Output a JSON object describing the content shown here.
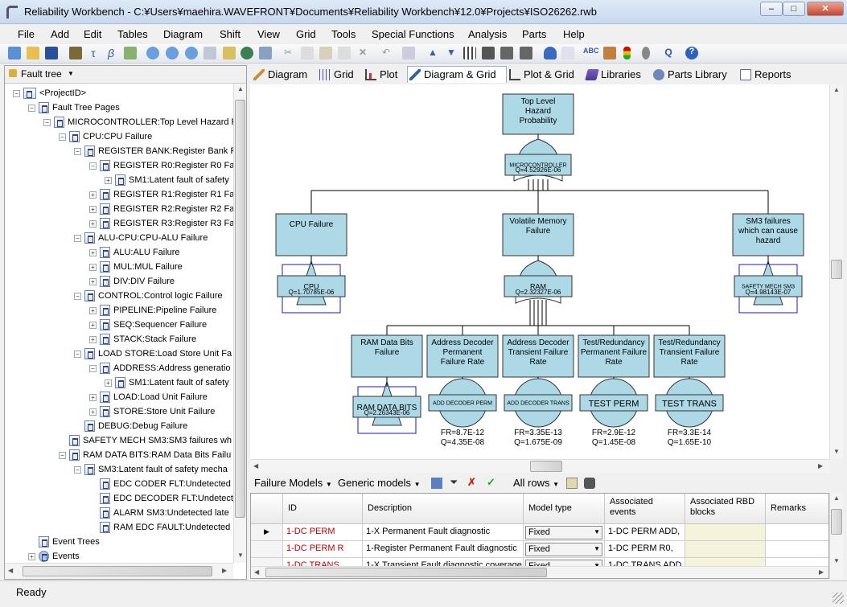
{
  "window": {
    "title": "Reliability Workbench - C:¥Users¥maehira.WAVEFRONT¥Documents¥Reliability Workbench¥12.0¥Projects¥ISO26262.rwb",
    "minimize": "‒",
    "maximize": "□",
    "close": "✕"
  },
  "menu": [
    "File",
    "Add",
    "Edit",
    "Tables",
    "Diagram",
    "Shift",
    "View",
    "Grid",
    "Tools",
    "Special Functions",
    "Analysis",
    "Parts",
    "Help"
  ],
  "left": {
    "dropdown": "Fault tree",
    "tree": [
      {
        "label": "<ProjectID>",
        "indent": 0,
        "exp": "−",
        "icon": "page"
      },
      {
        "label": "Fault Tree Pages",
        "indent": 1,
        "exp": "−",
        "icon": "node"
      },
      {
        "label": "MICROCONTROLLER:Top Level Hazard P",
        "indent": 2,
        "exp": "−",
        "icon": "node"
      },
      {
        "label": "CPU:CPU Failure",
        "indent": 3,
        "exp": "−",
        "icon": "node"
      },
      {
        "label": "REGISTER BANK:Register Bank F",
        "indent": 4,
        "exp": "−",
        "icon": "node"
      },
      {
        "label": "REGISTER R0:Register R0 Fa",
        "indent": 5,
        "exp": "−",
        "icon": "node"
      },
      {
        "label": "SM1:Latent fault of safety",
        "indent": 6,
        "exp": "+",
        "icon": "node"
      },
      {
        "label": "REGISTER R1:Register R1 Fa",
        "indent": 5,
        "exp": "+",
        "icon": "node"
      },
      {
        "label": "REGISTER R2:Register R2 Fa",
        "indent": 5,
        "exp": "+",
        "icon": "node"
      },
      {
        "label": "REGISTER R3:Register R3 Fa",
        "indent": 5,
        "exp": "+",
        "icon": "node"
      },
      {
        "label": "ALU-CPU:CPU-ALU Failure",
        "indent": 4,
        "exp": "−",
        "icon": "node"
      },
      {
        "label": "ALU:ALU Failure",
        "indent": 5,
        "exp": "+",
        "icon": "node"
      },
      {
        "label": "MUL:MUL Failure",
        "indent": 5,
        "exp": "+",
        "icon": "node"
      },
      {
        "label": "DIV:DIV Failure",
        "indent": 5,
        "exp": "+",
        "icon": "node"
      },
      {
        "label": "CONTROL:Control logic Failure",
        "indent": 4,
        "exp": "−",
        "icon": "node"
      },
      {
        "label": "PIPELINE:Pipeline Failure",
        "indent": 5,
        "exp": "+",
        "icon": "node"
      },
      {
        "label": "SEQ:Sequencer Failure",
        "indent": 5,
        "exp": "+",
        "icon": "node"
      },
      {
        "label": "STACK:Stack Failure",
        "indent": 5,
        "exp": "+",
        "icon": "node"
      },
      {
        "label": "LOAD STORE:Load Store Unit Fa",
        "indent": 4,
        "exp": "−",
        "icon": "node"
      },
      {
        "label": "ADDRESS:Address generatio",
        "indent": 5,
        "exp": "−",
        "icon": "node"
      },
      {
        "label": "SM1:Latent fault of safety",
        "indent": 6,
        "exp": "+",
        "icon": "node"
      },
      {
        "label": "LOAD:Load Unit Failure",
        "indent": 5,
        "exp": "+",
        "icon": "node"
      },
      {
        "label": "STORE:Store Unit Failure",
        "indent": 5,
        "exp": "+",
        "icon": "node"
      },
      {
        "label": "DEBUG:Debug Failure",
        "indent": 4,
        "exp": "",
        "icon": "node"
      },
      {
        "label": "SAFETY MECH SM3:SM3 failures wh",
        "indent": 3,
        "exp": "",
        "icon": "node"
      },
      {
        "label": "RAM DATA BITS:RAM Data Bits Failu",
        "indent": 3,
        "exp": "−",
        "icon": "node"
      },
      {
        "label": "SM3:Latent fault of safety mecha",
        "indent": 4,
        "exp": "−",
        "icon": "node"
      },
      {
        "label": "EDC CODER FLT:Undetected",
        "indent": 5,
        "exp": "",
        "icon": "node"
      },
      {
        "label": "EDC DECODER FLT:Undetecte",
        "indent": 5,
        "exp": "",
        "icon": "node"
      },
      {
        "label": "ALARM SM3:Undetected late",
        "indent": 5,
        "exp": "",
        "icon": "node"
      },
      {
        "label": "RAM EDC FAULT:Undetected",
        "indent": 5,
        "exp": "",
        "icon": "node"
      },
      {
        "label": "Event Trees",
        "indent": 1,
        "exp": "",
        "icon": "et"
      },
      {
        "label": "Events",
        "indent": 1,
        "exp": "+",
        "icon": "ev"
      }
    ]
  },
  "tabs": [
    "Diagram",
    "Grid",
    "Plot",
    "Diagram & Grid",
    "Plot & Grid",
    "Libraries",
    "Parts Library",
    "Reports"
  ],
  "active_tab": "Diagram & Grid",
  "diagram": {
    "top": {
      "desc": [
        "Top Level",
        "Hazard",
        "Probability"
      ],
      "gate": "MICROCONTROLLER",
      "q": "Q=4.52926E-06"
    },
    "level2": [
      {
        "desc": [
          "CPU Failure"
        ],
        "gate": "CPU",
        "q": "Q=1.70785E-06",
        "kind": "transfer"
      },
      {
        "desc": [
          "Volatile Memory",
          "Failure"
        ],
        "gate": "RAM",
        "q": "Q=2.32327E-06",
        "kind": "or"
      },
      {
        "desc": [
          "SM3 failures",
          "which can cause",
          "hazard"
        ],
        "gate": "SAFETY MECH SM3",
        "q": "Q=4.98143E-07",
        "kind": "transfer"
      }
    ],
    "level3": [
      {
        "desc": [
          "RAM Data Bits",
          "Failure"
        ],
        "gate": "RAM DATA BITS",
        "q": "Q=2.26343E-06",
        "kind": "transfer"
      },
      {
        "desc": [
          "Address Decoder",
          "Permanent",
          "Failure Rate"
        ],
        "gate": "ADD DECODER PERM",
        "fr": "FR=8.7E-12",
        "q": "Q=4.35E-08",
        "kind": "event"
      },
      {
        "desc": [
          "Address Decoder",
          "Transient Failure",
          "Rate"
        ],
        "gate": "ADD DECODER TRANS",
        "fr": "FR=3.35E-13",
        "q": "Q=1.675E-09",
        "kind": "event"
      },
      {
        "desc": [
          "Test/Redundancy",
          "Permanent Failure",
          "Rate"
        ],
        "gate": "TEST PERM",
        "fr": "FR=2.9E-12",
        "q": "Q=1.45E-08",
        "kind": "event"
      },
      {
        "desc": [
          "Test/Redundancy",
          "Transient Failure",
          "Rate"
        ],
        "gate": "TEST TRANS",
        "fr": "FR=3.3E-14",
        "q": "Q=1.65E-10",
        "kind": "event"
      }
    ]
  },
  "bottom": {
    "failure_models": "Failure Models",
    "generic_models": "Generic models",
    "all_rows": "All rows"
  },
  "grid": {
    "headers": [
      "ID",
      "Description",
      "Model type",
      "Associated events",
      "Associated RBD blocks",
      "Remarks"
    ],
    "rows": [
      {
        "id": "1-DC PERM",
        "desc": "1-X Permanent Fault diagnostic",
        "model": "Fixed",
        "events": "1-DC PERM ADD,"
      },
      {
        "id": "1-DC PERM R",
        "desc": "1-Register Permanent Fault diagnostic",
        "model": "Fixed",
        "events": "1-DC PERM R0,"
      },
      {
        "id": "1-DC TRANS",
        "desc": "1-X Transient Fault diagnostic coverage",
        "model": "Fixed",
        "events": "1-DC TRANS ADD"
      }
    ]
  },
  "status": "Ready",
  "colors": {
    "node_fill": "#add8e6",
    "id_red": "#c00000",
    "rbd_fill": "#f5f3dc"
  }
}
